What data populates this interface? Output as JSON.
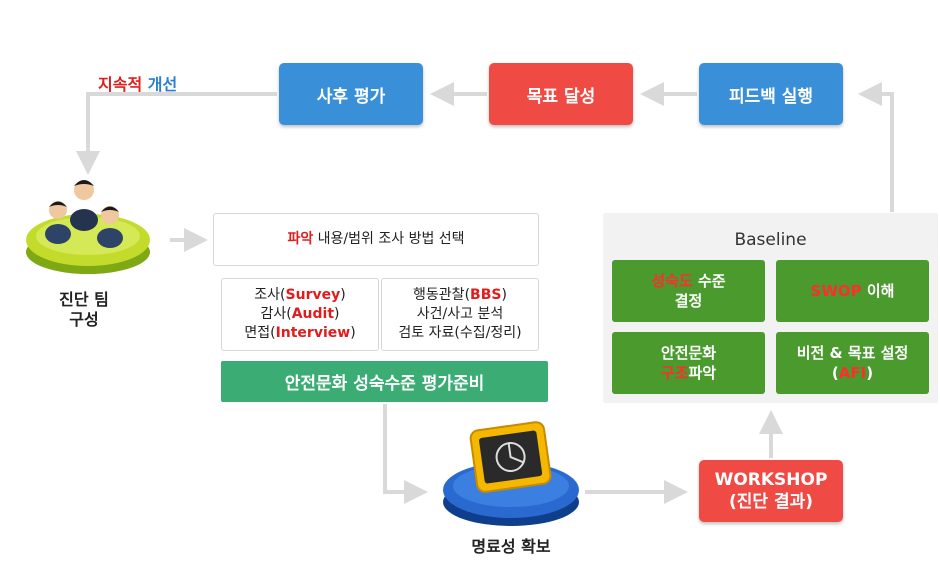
{
  "top_row": {
    "post_eval": "사후 평가",
    "goal": "목표 달성",
    "feedback": "피드백 실행"
  },
  "continuous": {
    "part1": "지속적",
    "part2": "개선"
  },
  "team": {
    "line1": "진단 팀",
    "line2": "구성"
  },
  "selection": {
    "highlight": "파악",
    "rest": "내용/범위 조사 방법 선택"
  },
  "methods_left": [
    {
      "pre": "조사(",
      "hl": "Survey",
      "post": ")"
    },
    {
      "pre": "감사(",
      "hl": "Audit",
      "post": ")"
    },
    {
      "pre": "면접(",
      "hl": "Interview",
      "post": ")"
    }
  ],
  "methods_right": {
    "line1_pre": "행동관찰(",
    "line1_hl": "BBS",
    "line1_post": ")",
    "line2": "사건/사고 분석",
    "line3": "검토 자료(수집/정리)"
  },
  "prep_bar": "안전문화 성숙수준 평가준비",
  "clarity": "명료성 확보",
  "workshop": {
    "line1": "WORKSHOP",
    "line2": "(진단 결과)"
  },
  "baseline": {
    "title": "Baseline",
    "cell1": {
      "hl": "성숙도",
      "rest": " 수준",
      "line2": "결정"
    },
    "cell2": {
      "hl": "SWOP",
      "rest": " 이해"
    },
    "cell3": {
      "line1": "안전문화",
      "hl": "구조",
      "rest": "파악"
    },
    "cell4": {
      "line1": "비전 & 목표 설정",
      "pre": "(",
      "hl": "AFI",
      "post": ")"
    }
  },
  "colors": {
    "blue": "#3a8fd9",
    "red": "#ef4a44",
    "green_bar": "#3aac74",
    "green_cell": "#4a9a2e",
    "highlight": "#e01c1c",
    "arrow": "#d9d9d9"
  }
}
